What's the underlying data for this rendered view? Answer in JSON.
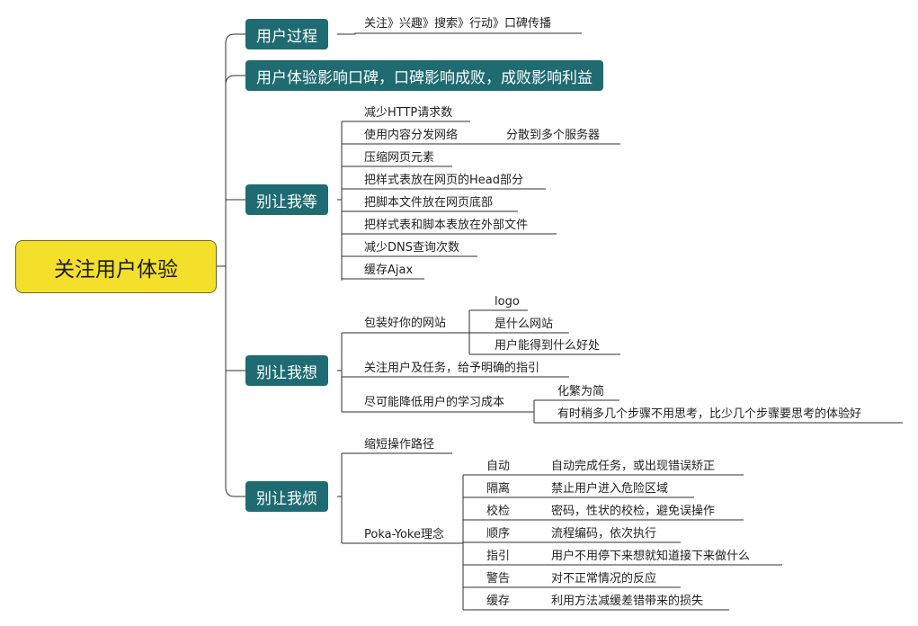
{
  "root": {
    "label": "关注用户体验"
  },
  "branches": {
    "user_process": {
      "label": "用户过程",
      "detail": "关注》兴趣》搜索》行动》口碑传播"
    },
    "word_of_mouth": {
      "label": "用户体验影响口碑，口碑影响成败，成败影响利益"
    },
    "dont_wait": {
      "label": "别让我等",
      "items": [
        "减少HTTP请求数",
        "使用内容分发网络",
        "压缩网页元素",
        "把样式表放在网页的Head部分",
        "把脚本文件放在网页底部",
        "把样式表和脚本表放在外部文件",
        "减少DNS查询次数",
        "缓存Ajax"
      ],
      "cdn_note": "分散到多个服务器"
    },
    "dont_think": {
      "label": "别让我想",
      "package": {
        "label": "包装好你的网站",
        "children": [
          "logo",
          "是什么网站",
          "用户能得到什么好处"
        ]
      },
      "guidance": "关注用户及任务，给予明确的指引",
      "learning": {
        "label": "尽可能降低用户的学习成本",
        "children": [
          "化繁为简",
          "有时稍多几个步骤不用思考，比少几个步骤要思考的体验好"
        ]
      }
    },
    "dont_annoy": {
      "label": "别让我烦",
      "shorten": "缩短操作路径",
      "poka_yoke": {
        "label": "Poka-Yoke理念",
        "items": [
          {
            "name": "自动",
            "desc": "自动完成任务，或出现错误矫正"
          },
          {
            "name": "隔离",
            "desc": "禁止用户进入危险区域"
          },
          {
            "name": "校检",
            "desc": "密码，性状的校检，避免误操作"
          },
          {
            "name": "顺序",
            "desc": "流程编码，依次执行"
          },
          {
            "name": "指引",
            "desc": "用户不用停下来想就知道接下来做什么"
          },
          {
            "name": "警告",
            "desc": "对不正常情况的反应"
          },
          {
            "name": "缓存",
            "desc": "利用方法减缓差错带来的损失"
          }
        ]
      }
    }
  }
}
